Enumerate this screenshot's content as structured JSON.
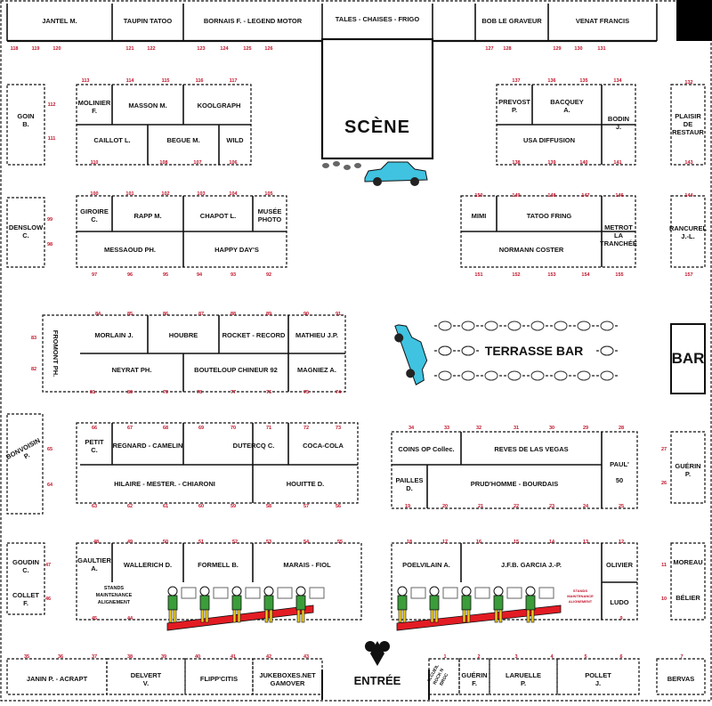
{
  "labels": {
    "scene": "SCÈNE",
    "terrasse": "TERRASSE BAR",
    "bar": "BAR",
    "entree": "ENTRÉE",
    "stands_maintenance": "STANDS\nMAINTENANCE\nALIGNEMENT",
    "stands_maintenance_right": "STANDS\nMAINTENANCE\nALIGNEMENT",
    "accueil": "ACCUEIL\nROCK N BROC"
  },
  "stands": [
    {
      "id": "top-jantel",
      "label": "JANTEL M.",
      "nums": [
        "118",
        "119",
        "120"
      ]
    },
    {
      "id": "top-taupin",
      "label": "TAUPIN TATOO",
      "nums": [
        "121",
        "122"
      ]
    },
    {
      "id": "top-bornais",
      "label": "BORNAIS F. - LEGEND MOTOR",
      "nums": [
        "123",
        "124",
        "125",
        "126"
      ]
    },
    {
      "id": "top-tales",
      "label": "TALES - CHAISES - FRIGO",
      "nums": []
    },
    {
      "id": "top-bob",
      "label": "BOB LE GRAVEUR",
      "nums": [
        "127",
        "128"
      ]
    },
    {
      "id": "top-venat",
      "label": "VENAT FRANCIS",
      "nums": [
        "129",
        "130",
        "131"
      ]
    },
    {
      "id": "goin",
      "label": "GOIN\nB.",
      "nums": [
        "112",
        "111"
      ]
    },
    {
      "id": "molinier",
      "label": "MOLINIER\nF.",
      "nums": [
        "113"
      ]
    },
    {
      "id": "masson",
      "label": "MASSON M.",
      "nums": [
        "114",
        "115"
      ]
    },
    {
      "id": "koolgraph",
      "label": "KOOLGRAPH",
      "nums": [
        "116",
        "117"
      ]
    },
    {
      "id": "caillot",
      "label": "CAILLOT L.",
      "nums": [
        "110",
        "109"
      ]
    },
    {
      "id": "begue",
      "label": "BEGUE M.",
      "nums": [
        "108",
        "107"
      ]
    },
    {
      "id": "wild",
      "label": "WILD",
      "nums": [
        "106"
      ]
    },
    {
      "id": "prevost",
      "label": "PREVOST\nP.",
      "nums": [
        "137"
      ]
    },
    {
      "id": "bacquey",
      "label": "BACQUEY\nA.",
      "nums": [
        "136",
        "135"
      ]
    },
    {
      "id": "bodin",
      "label": "BODIN\nJ.",
      "nums": [
        "134",
        "141"
      ]
    },
    {
      "id": "usa",
      "label": "USA DIFFUSION",
      "nums": [
        "138",
        "139",
        "140"
      ]
    },
    {
      "id": "plaisir",
      "label": "PLAISIR\nDE\nRESTAUR",
      "nums": [
        "132",
        "143"
      ]
    },
    {
      "id": "denslow",
      "label": "DENSLOW\nC.",
      "nums": [
        "99",
        "98"
      ]
    },
    {
      "id": "giroire",
      "label": "GIROIRE\nC.",
      "nums": [
        "100"
      ]
    },
    {
      "id": "rapp",
      "label": "RAPP M.",
      "nums": [
        "101",
        "102"
      ]
    },
    {
      "id": "chapot",
      "label": "CHAPOT L.",
      "nums": [
        "103",
        "104"
      ]
    },
    {
      "id": "musee",
      "label": "MUSÉE\nPHOTO",
      "nums": [
        "105"
      ]
    },
    {
      "id": "messaoud",
      "label": "MESSAOUD PH.",
      "nums": [
        "97",
        "96",
        "95"
      ]
    },
    {
      "id": "happy",
      "label": "HAPPY DAY'S",
      "nums": [
        "94",
        "93",
        "92"
      ]
    },
    {
      "id": "mimi",
      "label": "MIMI",
      "nums": [
        "150",
        "151"
      ]
    },
    {
      "id": "tatoo",
      "label": "TATOO FRING",
      "nums": [
        "149",
        "148",
        "147"
      ]
    },
    {
      "id": "metrot",
      "label": "METROT\nLA\nTRANCHÉE",
      "nums": [
        "146",
        "155"
      ]
    },
    {
      "id": "normann",
      "label": "NORMANN COSTER",
      "nums": [
        "152",
        "153",
        "154"
      ]
    },
    {
      "id": "rancurel",
      "label": "RANCUREL\nJ.-L.",
      "nums": [
        "144",
        "157"
      ]
    },
    {
      "id": "fromont",
      "label": "FROMONT PH.",
      "nums": [
        "83",
        "82"
      ]
    },
    {
      "id": "morlain",
      "label": "MORLAIN J.",
      "nums": [
        "84",
        "85"
      ]
    },
    {
      "id": "houbre",
      "label": "HOUBRE",
      "nums": [
        "86",
        "87"
      ]
    },
    {
      "id": "rocket",
      "label": "ROCKET - RECORD",
      "nums": [
        "88",
        "89"
      ]
    },
    {
      "id": "mathieu",
      "label": "MATHIEU J.P.",
      "nums": [
        "90",
        "91"
      ]
    },
    {
      "id": "neyrat",
      "label": "NEYRAT PH.",
      "nums": [
        "81",
        "80",
        "79"
      ]
    },
    {
      "id": "bouteloup",
      "label": "BOUTELOUP CHINEUR 92",
      "nums": [
        "78",
        "77",
        "76"
      ]
    },
    {
      "id": "magniez",
      "label": "MAGNIEZ A.",
      "nums": [
        "75",
        "74"
      ]
    },
    {
      "id": "bonvoisin",
      "label": "BONVOISIN\nP.",
      "nums": [
        "65",
        "64"
      ]
    },
    {
      "id": "petit",
      "label": "PETIT\nC.",
      "nums": [
        "66"
      ]
    },
    {
      "id": "regnard",
      "label": "REGNARD - CAMELIN",
      "nums": [
        "67",
        "68",
        "69"
      ]
    },
    {
      "id": "dutercq",
      "label": "DUTERCQ C.",
      "nums": [
        "70",
        "71"
      ]
    },
    {
      "id": "cocacola",
      "label": "COCA-COLA",
      "nums": [
        "72",
        "73"
      ]
    },
    {
      "id": "hilaire",
      "label": "HILAIRE - MESTER. - CHIARONI",
      "nums": [
        "63",
        "62",
        "61",
        "60",
        "59"
      ]
    },
    {
      "id": "houitte",
      "label": "HOUITTE D.",
      "nums": [
        "58",
        "57",
        "56"
      ]
    },
    {
      "id": "coins",
      "label": "COINS OP Collec.",
      "nums": [
        "34",
        "33"
      ]
    },
    {
      "id": "reves",
      "label": "REVES DE LAS VEGAS",
      "nums": [
        "32",
        "31",
        "30",
        "29"
      ]
    },
    {
      "id": "paul50",
      "label": "PAUL'\n\n50",
      "nums": [
        "28",
        "25"
      ]
    },
    {
      "id": "pailles",
      "label": "PAILLES\nD.",
      "nums": [
        "19"
      ]
    },
    {
      "id": "prudhomme",
      "label": "PRUD'HOMME - BOURDAIS",
      "nums": [
        "20",
        "21",
        "22",
        "23",
        "24"
      ]
    },
    {
      "id": "guerin-r",
      "label": "GUÉRIN\nP.",
      "nums": [
        "27",
        "26"
      ]
    },
    {
      "id": "goudin",
      "label": "GOUDIN\nC.",
      "nums": [
        "47"
      ]
    },
    {
      "id": "collet",
      "label": "COLLET\nF.",
      "nums": [
        "46"
      ]
    },
    {
      "id": "gaultier",
      "label": "GAULTIER\nA.",
      "nums": [
        "48"
      ]
    },
    {
      "id": "wallerich",
      "label": "WALLERICH D.",
      "nums": [
        "49",
        "50"
      ]
    },
    {
      "id": "formell",
      "label": "FORMELL B.",
      "nums": [
        "51",
        "52"
      ]
    },
    {
      "id": "marais",
      "label": "MARAIS - FIOL",
      "nums": [
        "53",
        "54",
        "55"
      ]
    },
    {
      "id": "maint-left",
      "label": "",
      "nums": [
        "45",
        "44"
      ]
    },
    {
      "id": "poelvilain",
      "label": "POELVILAIN A.",
      "nums": [
        "18",
        "17"
      ]
    },
    {
      "id": "jfb",
      "label": "J.F.B. GARCIA J.-P.",
      "nums": [
        "16",
        "15",
        "14"
      ]
    },
    {
      "id": "olivier",
      "label": "OLIVIER",
      "nums": [
        "13",
        "12"
      ]
    },
    {
      "id": "ludo",
      "label": "LUDO",
      "nums": [
        "9"
      ]
    },
    {
      "id": "moreau",
      "label": "MOREAU",
      "nums": [
        "11"
      ]
    },
    {
      "id": "belier",
      "label": "BÉLIER",
      "nums": [
        "10"
      ]
    },
    {
      "id": "janin",
      "label": "JANIN P. - ACRAPT",
      "nums": [
        "35",
        "36",
        "37"
      ]
    },
    {
      "id": "delvert",
      "label": "DELVERT\nV.",
      "nums": [
        "38",
        "39"
      ]
    },
    {
      "id": "flippcitis",
      "label": "FLIPP'CITIS",
      "nums": [
        "40",
        "41"
      ]
    },
    {
      "id": "jukeboxes",
      "label": "JUKEBOXES.NET\nGAMOVER",
      "nums": [
        "42",
        "43"
      ]
    },
    {
      "id": "accueil",
      "label": "",
      "nums": [
        "1"
      ]
    },
    {
      "id": "guerin-f",
      "label": "GUÉRIN\nF.",
      "nums": [
        "2"
      ]
    },
    {
      "id": "laruelle",
      "label": "LARUELLE\nP.",
      "nums": [
        "3",
        "4"
      ]
    },
    {
      "id": "pollet",
      "label": "POLLET\nJ.",
      "nums": [
        "5",
        "6"
      ]
    },
    {
      "id": "bervas",
      "label": "BERVAS",
      "nums": [
        "7"
      ]
    }
  ],
  "colors": {
    "ink": "#111111",
    "number": "#c0142a",
    "car": "#3fc3e0",
    "table": "#333333"
  }
}
